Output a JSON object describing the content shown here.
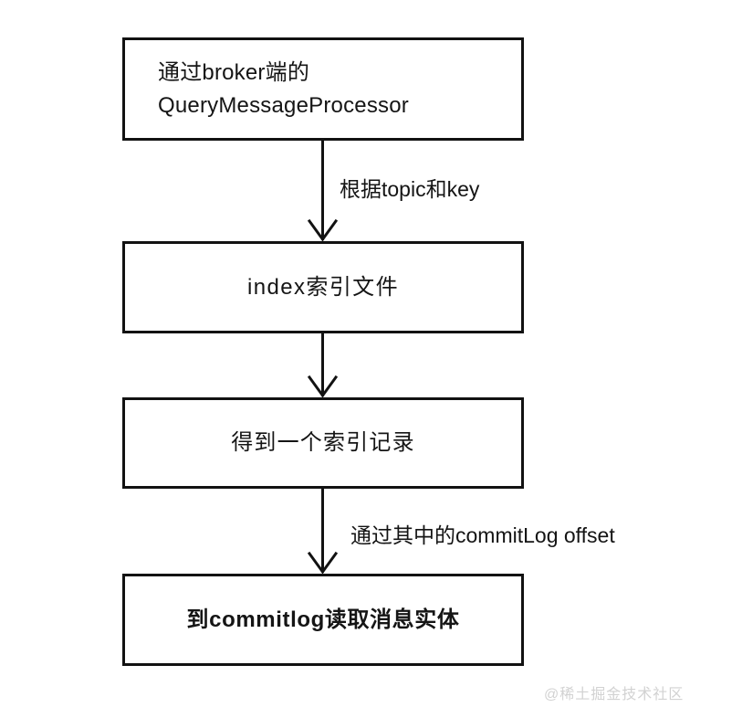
{
  "diagram": {
    "type": "flowchart",
    "direction": "top-to-bottom",
    "nodes": [
      {
        "id": "node-1",
        "label": "通过broker端的\nQueryMessageProcessor",
        "shape": "rectangle",
        "align": "left"
      },
      {
        "id": "node-2",
        "label": "index索引文件",
        "shape": "rectangle",
        "align": "center"
      },
      {
        "id": "node-3",
        "label": "得到一个索引记录",
        "shape": "rectangle",
        "align": "center"
      },
      {
        "id": "node-4",
        "label": "到commitlog读取消息实体",
        "shape": "rectangle",
        "align": "center"
      }
    ],
    "edges": [
      {
        "id": "edge-1",
        "from": "node-1",
        "to": "node-2",
        "label": "根据topic和key",
        "arrowhead": "open-v"
      },
      {
        "id": "edge-2",
        "from": "node-2",
        "to": "node-3",
        "label": "",
        "arrowhead": "open-v"
      },
      {
        "id": "edge-3",
        "from": "node-3",
        "to": "node-4",
        "label": "通过其中的commitLog offset",
        "arrowhead": "open-v"
      }
    ],
    "watermark": "@稀土掘金技术社区",
    "colors": {
      "background": "#ffffff",
      "stroke": "#121212",
      "text": "#151515",
      "watermark": "#d2d2d2"
    }
  }
}
